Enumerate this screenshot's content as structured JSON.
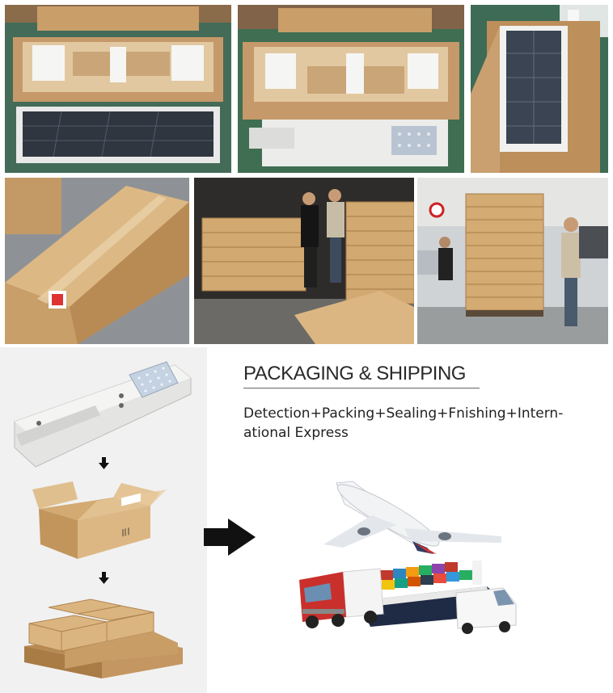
{
  "section": {
    "heading": "PACKAGING & SHIPPING",
    "process_line1": "Detection+Packing+Sealing+Fnishing+Intern-",
    "process_line2": "ational Express"
  },
  "photos": [
    {
      "name": "photo-panel-and-box",
      "icon": "solar-panel-packing-photo"
    },
    {
      "name": "photo-lamp-and-box",
      "icon": "street-lamp-packing-photo"
    },
    {
      "name": "photo-lamp-in-box",
      "icon": "lamp-in-carton-photo"
    },
    {
      "name": "photo-sealed-box",
      "icon": "sealed-carton-photo"
    },
    {
      "name": "photo-workers-stacking",
      "icon": "workers-stacking-photo"
    },
    {
      "name": "photo-pallet-loading",
      "icon": "pallet-loading-photo"
    }
  ],
  "colors": {
    "cardboard": "#c9a06a",
    "cardboard_dark": "#a87c45",
    "foam": "#f4f4f2",
    "floor_green": "#3f6e52",
    "arrow": "#111111",
    "heading_text": "#2a2a2a"
  }
}
